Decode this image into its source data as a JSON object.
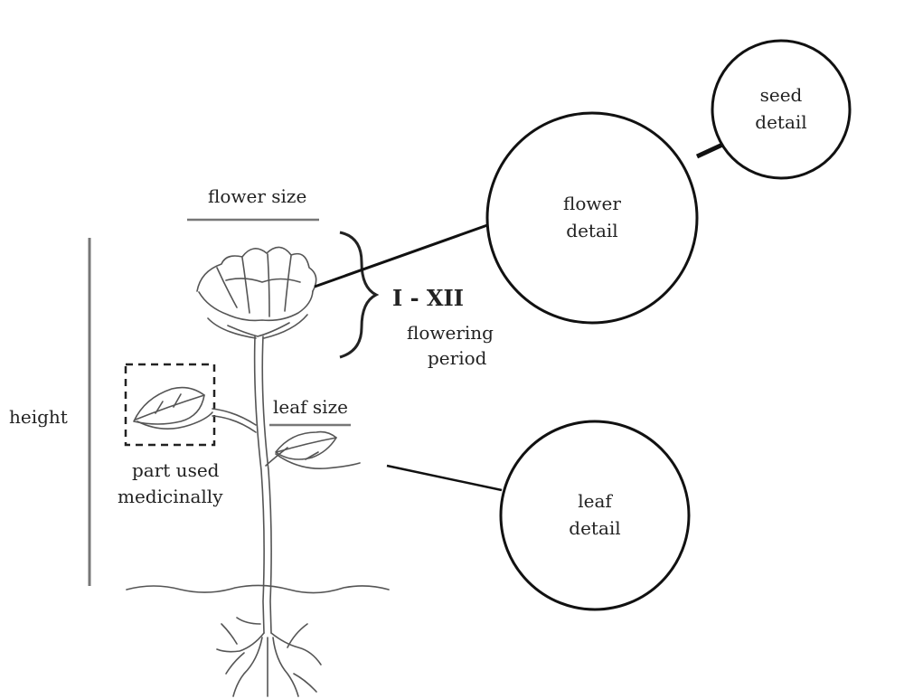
{
  "labels": {
    "flower_size": "flower size",
    "leaf_size": "leaf size",
    "height": "height",
    "part_used_line1": "part used",
    "part_used_line2": "medicinally",
    "flowering_range": "I - XII",
    "flowering_line1": "flowering",
    "flowering_line2": "period"
  },
  "details": {
    "flower": {
      "line1": "flower",
      "line2": "detail"
    },
    "seed": {
      "line1": "seed",
      "line2": "detail"
    },
    "leaf": {
      "line1": "leaf",
      "line2": "detail"
    }
  },
  "colors": {
    "ink": "#222222",
    "measure_line": "#777777",
    "plant_stroke": "#555555"
  }
}
